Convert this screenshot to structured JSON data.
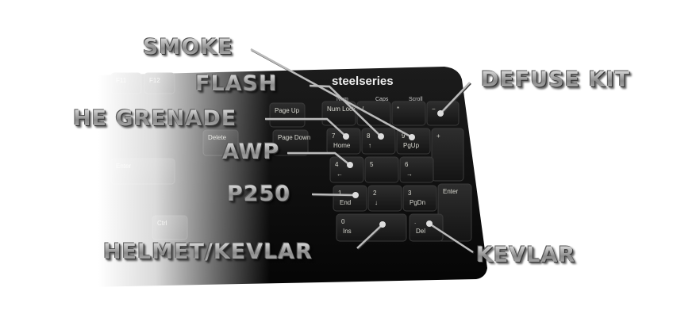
{
  "keyboard": {
    "brand": "steelseries",
    "indicators": [
      "Num",
      "Caps",
      "Scroll"
    ],
    "numpad": {
      "numlock": "Num Lock",
      "slash": "/",
      "star": "*",
      "minus": "−",
      "k7": "7",
      "k7b": "Home",
      "k8": "8",
      "k8b": "↑",
      "k9": "9",
      "k9b": "PgUp",
      "k4": "4",
      "k4b": "←",
      "k5": "5",
      "k6": "6",
      "k6b": "→",
      "plus": "+",
      "k1": "1",
      "k1b": "End",
      "k2": "2",
      "k2b": "↓",
      "k3": "3",
      "k3b": "PgDn",
      "enter": "Enter",
      "k0": "0",
      "k0b": "Ins",
      "kdot": ".",
      "kdotb": "Del"
    },
    "left_keys": {
      "f11": "F11",
      "f12": "F12",
      "pageup": "Page Up",
      "pagedown": "Page Down",
      "delete": "Delete",
      "enter": "Enter",
      "ctrl": "Ctrl"
    }
  },
  "annotations": {
    "smoke": "SMOKE",
    "flash": "FLASH",
    "he": "HE GRENADE",
    "awp": "AWP",
    "p250": "P250",
    "helmet": "HELMET/KEVLAR",
    "defuse": "DEFUSE KIT",
    "kevlar": "KEVLAR"
  }
}
